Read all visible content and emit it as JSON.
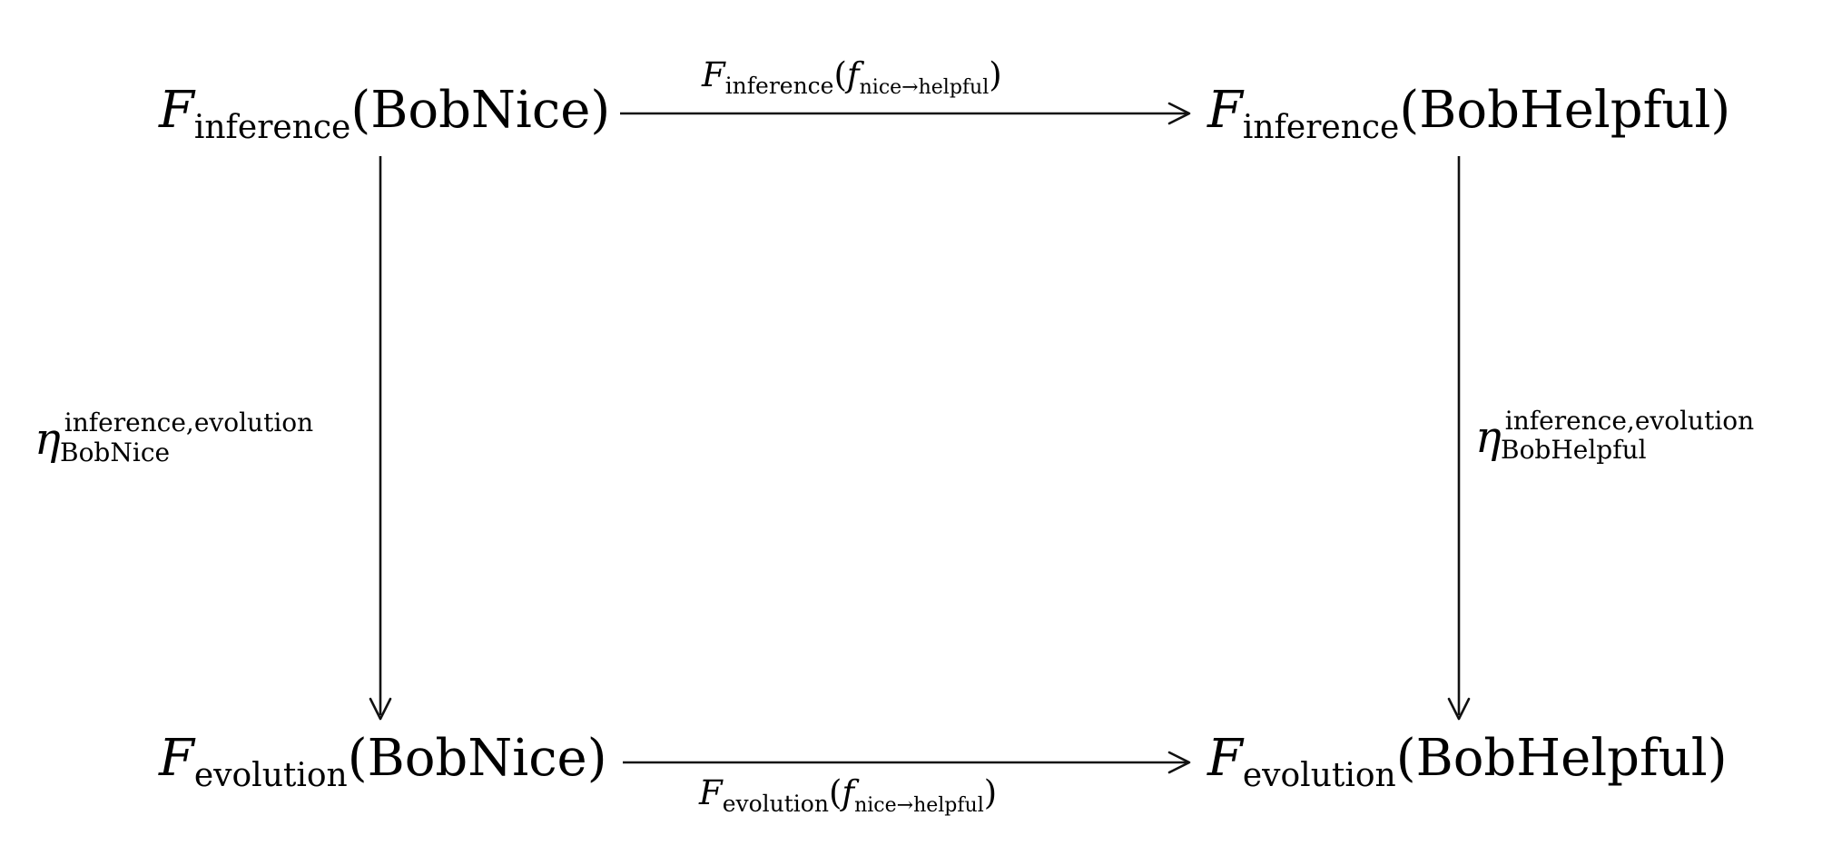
{
  "nodes": {
    "top_left": {
      "functor": "F",
      "subscript": "inference",
      "object": "(BobNice)"
    },
    "top_right": {
      "functor": "F",
      "subscript": "inference",
      "object": "(BobHelpful)"
    },
    "bottom_left": {
      "functor": "F",
      "subscript": "evolution",
      "object": "(BobNice)"
    },
    "bottom_right": {
      "functor": "F",
      "subscript": "evolution",
      "object": "(BobHelpful)"
    }
  },
  "edges": {
    "top": {
      "functor": "F",
      "functor_subscript": "inference",
      "open_paren": "(",
      "morphism": "f",
      "morphism_subscript": "nice→helpful",
      "close_paren": ")"
    },
    "bottom": {
      "functor": "F",
      "functor_subscript": "evolution",
      "open_paren": "(",
      "morphism": "f",
      "morphism_subscript": "nice→helpful",
      "close_paren": ")"
    },
    "left": {
      "symbol": "η",
      "superscript": "inference,evolution",
      "subscript": "BobNice"
    },
    "right": {
      "symbol": "η",
      "superscript": "inference,evolution",
      "subscript": "BobHelpful"
    }
  }
}
